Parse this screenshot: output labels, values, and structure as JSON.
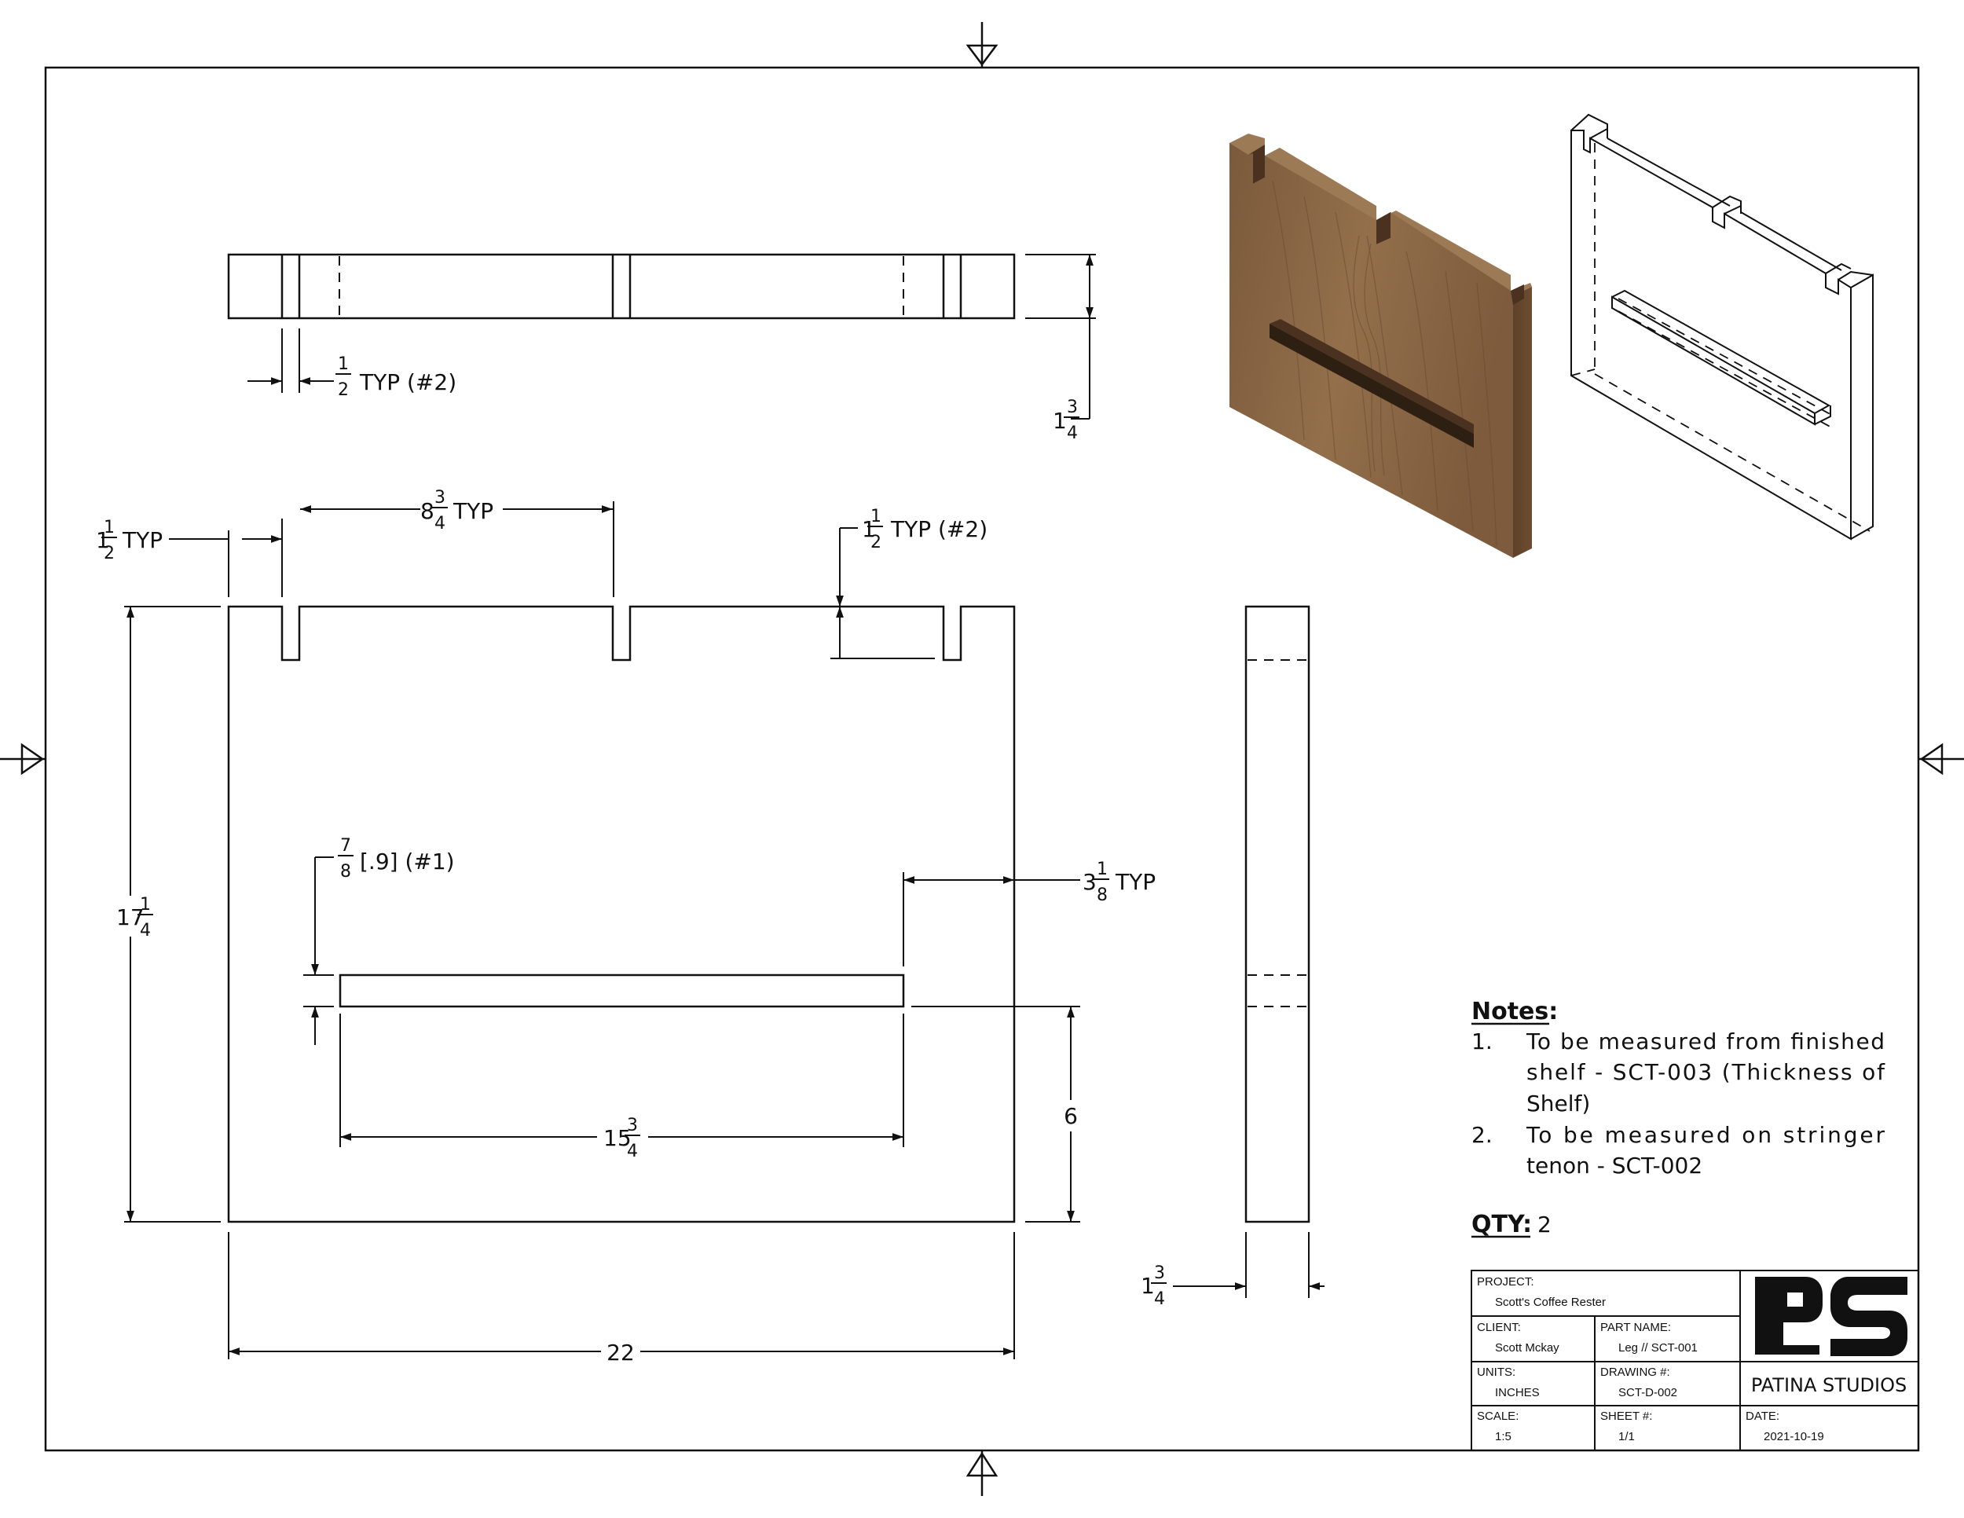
{
  "dimensions": {
    "slot_width": {
      "whole": "",
      "num": "1",
      "den": "2",
      "suffix": "TYP (#2)"
    },
    "top_height": {
      "whole": "1",
      "num": "3",
      "den": "4",
      "suffix": ""
    },
    "edge_offset": {
      "whole": "1",
      "num": "1",
      "den": "2",
      "suffix": "TYP"
    },
    "slot_spacing": {
      "whole": "8",
      "num": "3",
      "den": "4",
      "suffix": "TYP"
    },
    "slot_depth": {
      "whole": "1",
      "num": "1",
      "den": "2",
      "suffix": "TYP (#2)"
    },
    "overall_height": {
      "whole": "17",
      "num": "1",
      "den": "4",
      "suffix": ""
    },
    "groove_width": {
      "whole": "",
      "num": "7",
      "den": "8",
      "suffix": "[.9] (#1)"
    },
    "groove_inset": {
      "whole": "3",
      "num": "1",
      "den": "8",
      "suffix": "TYP"
    },
    "groove_length": {
      "whole": "15",
      "num": "3",
      "den": "4",
      "suffix": ""
    },
    "groove_height_from_bottom": {
      "whole": "6",
      "num": "",
      "den": "",
      "suffix": ""
    },
    "overall_width": {
      "whole": "22",
      "num": "",
      "den": "",
      "suffix": ""
    },
    "side_thickness": {
      "whole": "1",
      "num": "3",
      "den": "4",
      "suffix": ""
    }
  },
  "notes": {
    "heading": "Notes:",
    "items": [
      {
        "num": "1.",
        "lines": [
          "To be measured from finished",
          "shelf - SCT-003 (Thickness of",
          "Shelf)"
        ]
      },
      {
        "num": "2.",
        "lines": [
          "To be measured on stringer",
          "tenon - SCT-002"
        ]
      }
    ]
  },
  "qty": {
    "label": "QTY:",
    "value": "2"
  },
  "title_block": {
    "project_label": "PROJECT:",
    "project": "Scott's Coffee Rester",
    "client_label": "CLIENT:",
    "client": "Scott Mckay",
    "part_label": "PART NAME:",
    "part": "Leg // SCT-001",
    "units_label": "UNITS:",
    "units": "INCHES",
    "drawing_label": "DRAWING #:",
    "drawing": "SCT-D-002",
    "scale_label": "SCALE:",
    "scale": "1:5",
    "sheet_label": "SHEET #:",
    "sheet": "1/1",
    "date_label": "DATE:",
    "date": "2021-10-19",
    "company": "PATINA STUDIOS"
  },
  "colors": {
    "line": "#111111",
    "wood_light": "#8b6a48",
    "wood_dark": "#5a3f27",
    "wood_top": "#9c7a55"
  },
  "icons": [
    "patina-studios-logo",
    "wood-grain-render"
  ]
}
